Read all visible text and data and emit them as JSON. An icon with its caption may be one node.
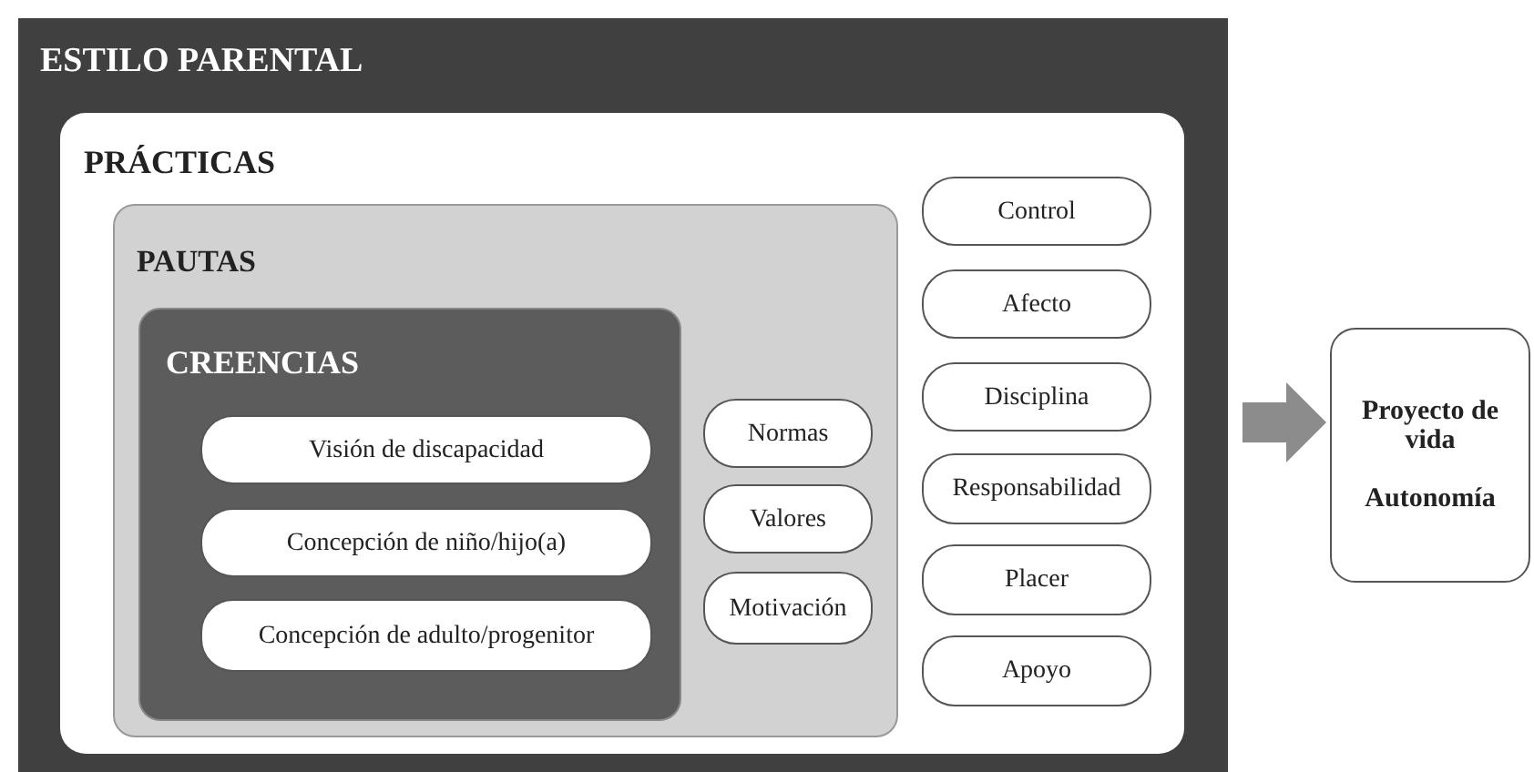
{
  "diagram": {
    "nodes": [
      {
        "text": [
          "ESTILO PARENTAL"
        ]
      },
      {
        "text": [
          "PRÁCTICAS"
        ],
        "in": 0
      },
      {
        "text": [
          "PAUTAS"
        ],
        "in": 1
      },
      {
        "text": [
          "CREENCIAS"
        ],
        "in": 2
      },
      {
        "text": [
          "Visión de discapacidad"
        ],
        "in": 3
      },
      {
        "text": [
          "Concepción de niño/hijo(a)"
        ],
        "in": 3
      },
      {
        "text": [
          "Concepción de adulto/progenitor"
        ],
        "in": 3
      },
      {
        "text": [
          "Normas"
        ],
        "in": 2
      },
      {
        "text": [
          "Valores"
        ],
        "in": 2
      },
      {
        "text": [
          "Motivación"
        ],
        "in": 2
      },
      {
        "text": [
          "Control"
        ],
        "in": 1
      },
      {
        "text": [
          "Afecto"
        ],
        "in": 1
      },
      {
        "text": [
          "Disciplina"
        ],
        "in": 1
      },
      {
        "text": [
          "Responsabilidad"
        ],
        "in": 1
      },
      {
        "text": [
          "Placer"
        ],
        "in": 1
      },
      {
        "text": [
          "Apoyo"
        ],
        "in": 1
      },
      {
        "text": [
          "Proyecto de vida",
          "Autonomía"
        ]
      }
    ],
    "edges": [
      {
        "from": 0,
        "to": 16,
        "arrow": "to",
        "color": "#8c8c8c"
      }
    ]
  }
}
